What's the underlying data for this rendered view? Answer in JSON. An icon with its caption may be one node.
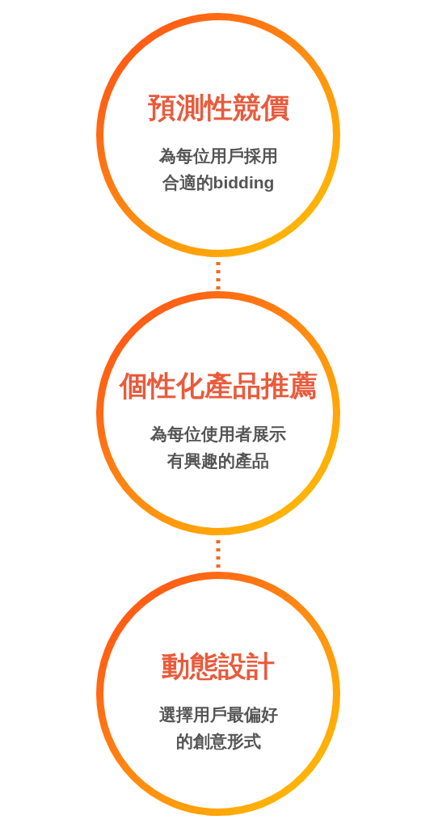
{
  "diagram": {
    "nodes": [
      {
        "text": [
          "預測性競價",
          "為每位用戶採用合適的bidding"
        ]
      },
      {
        "text": [
          "個性化產品推薦",
          "為每位使用者展示有興趣的產品"
        ]
      },
      {
        "text": [
          "動態設計",
          "選擇用戶最偏好的創意形式"
        ]
      }
    ],
    "edges": [
      {
        "from": 0,
        "to": 1,
        "arrow": "none",
        "style": "dashed"
      },
      {
        "from": 1,
        "to": 2,
        "arrow": "none",
        "style": "dashed"
      }
    ]
  }
}
